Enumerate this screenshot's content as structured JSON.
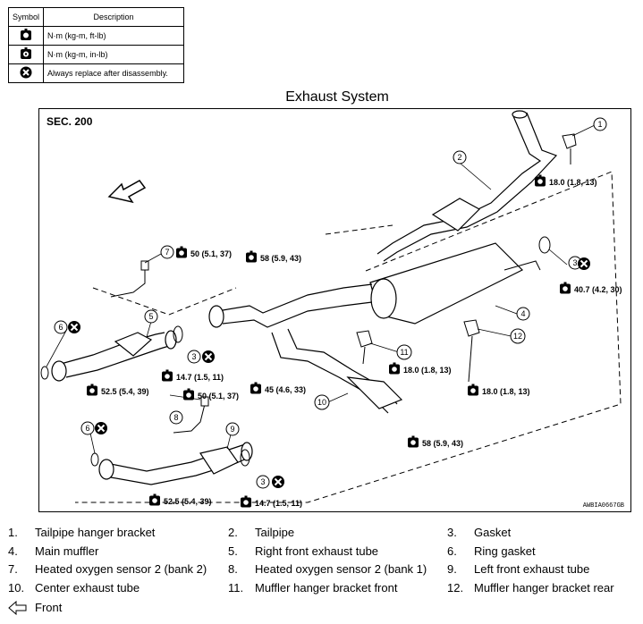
{
  "legend": {
    "header_symbol": "Symbol",
    "header_description": "Description",
    "rows": [
      {
        "icon": "torque-wrench-nm-icon",
        "text": "N·m (kg-m, ft-lb)"
      },
      {
        "icon": "torque-wrench-inlb-icon",
        "text": "N·m (kg-m, in-lb)"
      },
      {
        "icon": "replace-x-icon",
        "text": "Always replace after disassembly."
      }
    ]
  },
  "title": "Exhaust System",
  "diagram": {
    "section": "SEC. 200",
    "figure_code": "AWBIA0667GB",
    "callouts": [
      "1",
      "2",
      "3",
      "4",
      "5",
      "6",
      "7",
      "8",
      "9",
      "10",
      "11",
      "12",
      "3",
      "6",
      "3"
    ],
    "torques": [
      "18.0 (1.8, 13)",
      "50 (5.1, 37)",
      "58 (5.9, 43)",
      "40.7 (4.2, 30)",
      "14.7 (1.5, 11)",
      "52.5 (5.4, 39)",
      "50 (5.1, 37)",
      "45 (4.6, 33)",
      "18.0 (1.8, 13)",
      "18.0 (1.8, 13)",
      "58 (5.9, 43)",
      "52.5 (5.4, 39)",
      "14.7 (1.5, 11)"
    ]
  },
  "parts": [
    {
      "num": "1.",
      "name": "Tailpipe hanger bracket"
    },
    {
      "num": "2.",
      "name": "Tailpipe"
    },
    {
      "num": "3.",
      "name": "Gasket"
    },
    {
      "num": "4.",
      "name": "Main muffler"
    },
    {
      "num": "5.",
      "name": "Right front exhaust tube"
    },
    {
      "num": "6.",
      "name": "Ring gasket"
    },
    {
      "num": "7.",
      "name": "Heated oxygen sensor 2 (bank 2)"
    },
    {
      "num": "8.",
      "name": "Heated oxygen sensor 2 (bank 1)"
    },
    {
      "num": "9.",
      "name": "Left front exhaust tube"
    },
    {
      "num": "10.",
      "name": "Center exhaust tube"
    },
    {
      "num": "11.",
      "name": "Muffler hanger bracket front"
    },
    {
      "num": "12.",
      "name": "Muffler hanger bracket rear"
    }
  ],
  "front_label": "Front"
}
